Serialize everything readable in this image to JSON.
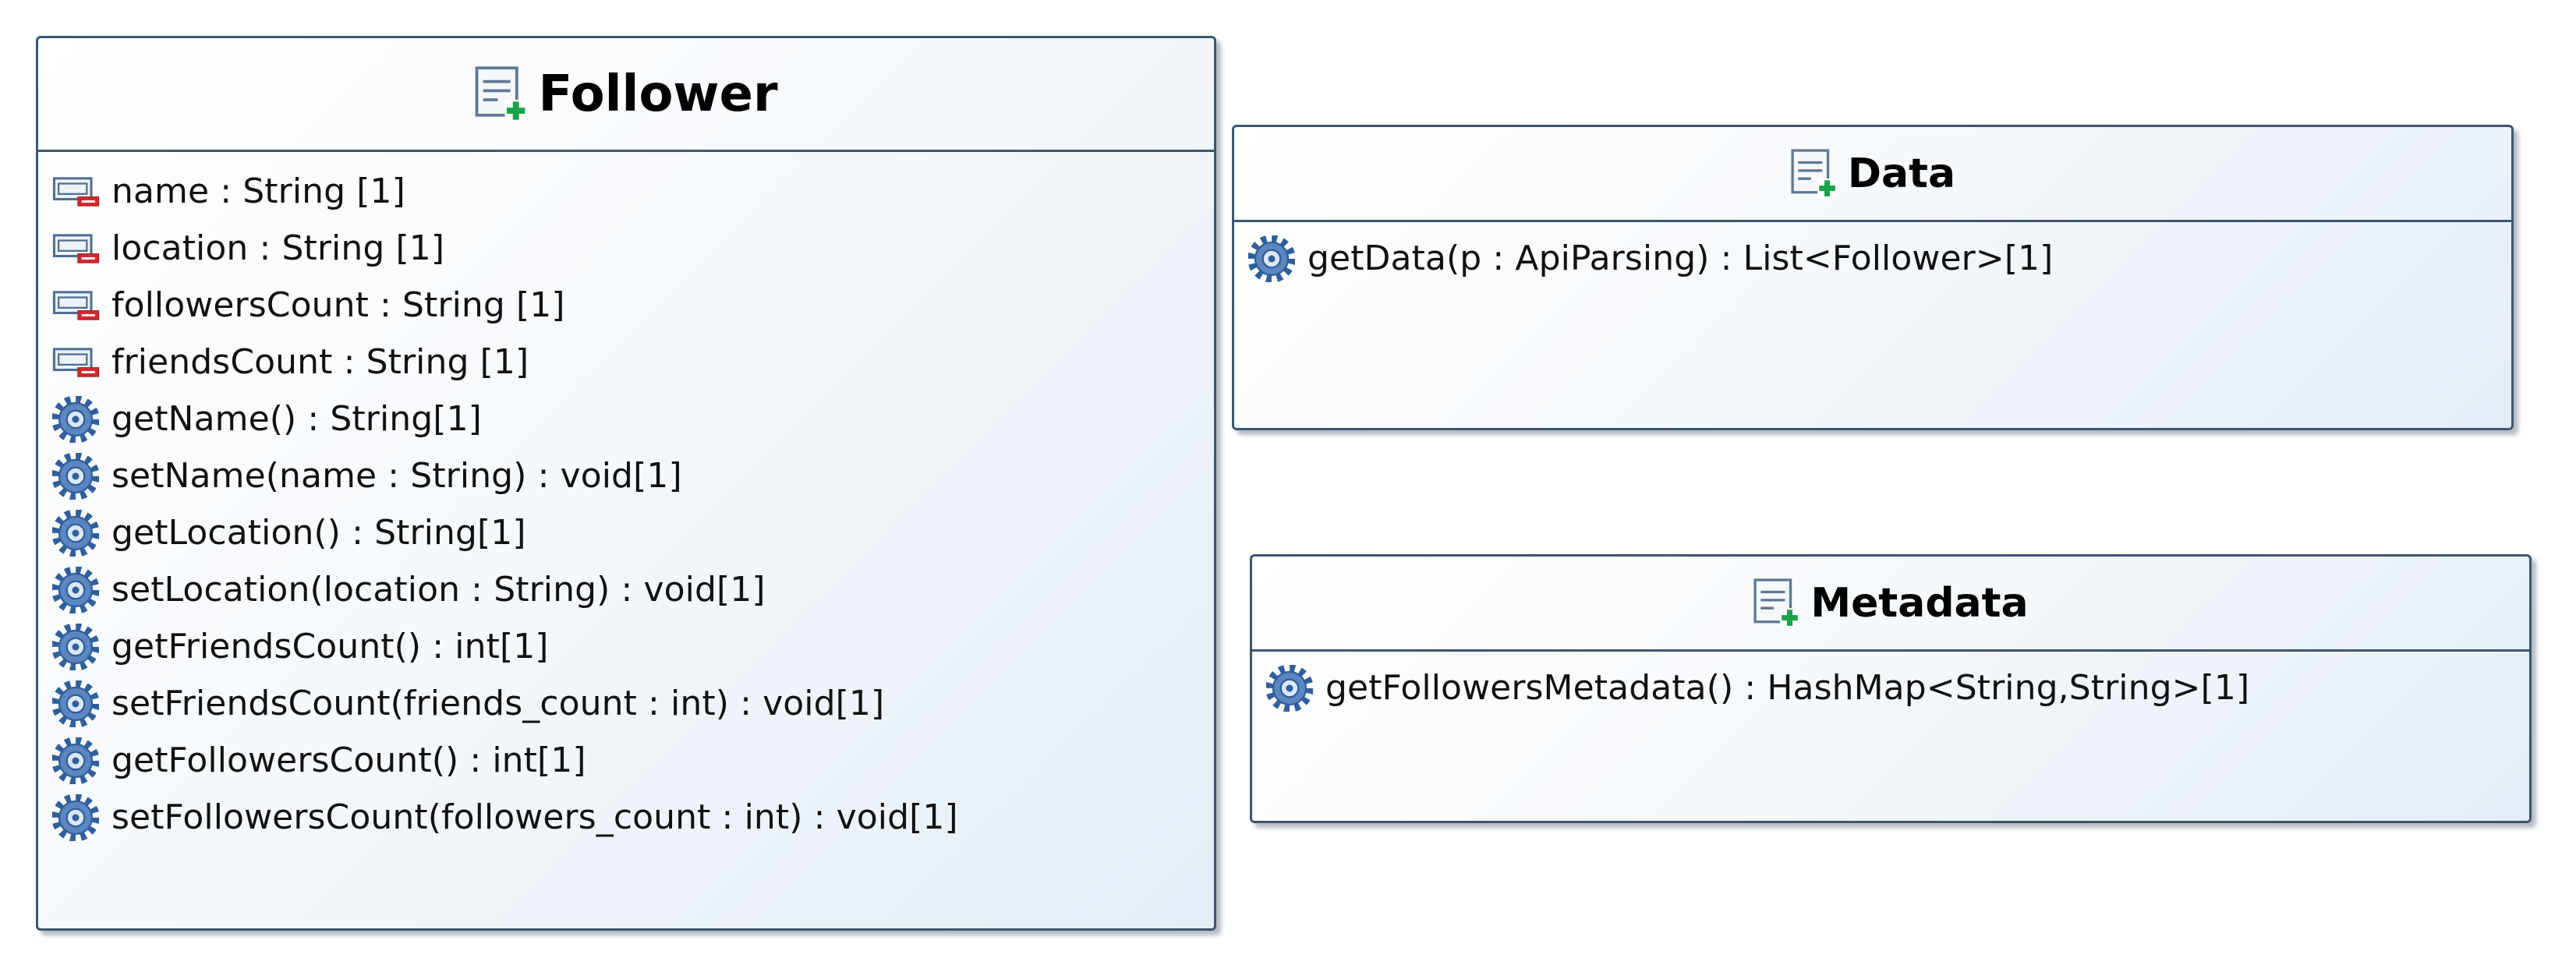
{
  "classes": {
    "follower": {
      "name": "Follower",
      "attributes": [
        "name : String [1]",
        "location : String [1]",
        "followersCount : String [1]",
        "friendsCount : String [1]"
      ],
      "operations": [
        "getName() : String[1]",
        "setName(name : String) : void[1]",
        "getLocation() : String[1]",
        "setLocation(location : String) : void[1]",
        "getFriendsCount() : int[1]",
        "setFriendsCount(friends_count : int) : void[1]",
        "getFollowersCount() : int[1]",
        "setFollowersCount(followers_count : int) : void[1]"
      ]
    },
    "data": {
      "name": "Data",
      "attributes": [],
      "operations": [
        "getData(p : ApiParsing) : List<Follower>[1]"
      ]
    },
    "metadata": {
      "name": "Metadata",
      "attributes": [],
      "operations": [
        "getFollowersMetadata() : HashMap<String,String>[1]"
      ]
    }
  },
  "icons": {
    "class": "class-icon",
    "attribute": "private-attribute-icon",
    "operation": "operation-gear-icon"
  },
  "colors": {
    "border": "#3d5670",
    "icon_green": "#1aa34a",
    "icon_red": "#d7282f",
    "gear_blue": "#2f5f9c"
  }
}
